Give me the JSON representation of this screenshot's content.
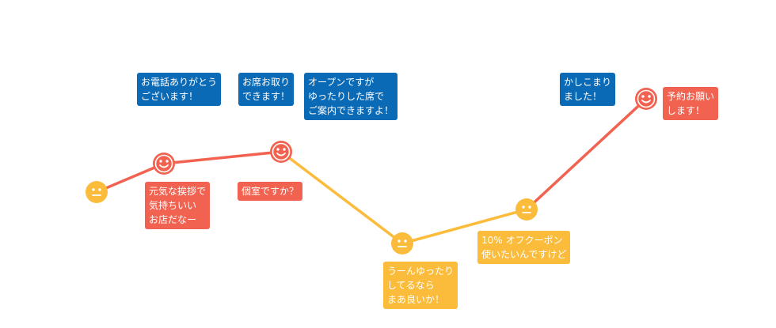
{
  "colors": {
    "positive": "#f26250",
    "neutral": "#fbbc3c",
    "staff": "#0a6ab6",
    "face_feature": "#ffffff"
  },
  "journey": {
    "points": [
      {
        "mood": "neutral",
        "face": "neutral-face-icon"
      },
      {
        "mood": "positive",
        "face": "smiley-face-icon"
      },
      {
        "mood": "positive",
        "face": "smiley-face-icon"
      },
      {
        "mood": "neutral",
        "face": "neutral-face-icon"
      },
      {
        "mood": "neutral",
        "face": "neutral-face-icon"
      },
      {
        "mood": "positive",
        "face": "smiley-face-icon"
      }
    ]
  },
  "staff_bubbles": {
    "b1": "お電話ありがとう\nございます！",
    "b2": "お席お取り\nできます！",
    "b3": "オープンですが\nゆったりした席で\nご案内できますよ！",
    "b4": "かしこまり\nました！"
  },
  "customer_bubbles": {
    "c1": "元気な挨拶で\n気持ちいい\nお店だなー",
    "c2": "個室ですか？",
    "c3": "うーんゆったり\nしてるなら\nまあ良いか！",
    "c4": "10% オフクーポン\n使いたいんですけど",
    "c5": "予約お願い\nします！"
  }
}
